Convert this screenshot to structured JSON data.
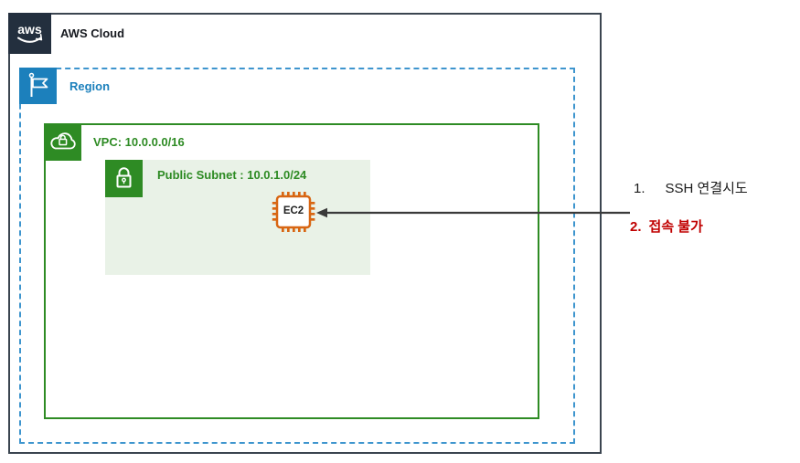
{
  "diagram": {
    "aws_cloud": {
      "label": "AWS Cloud",
      "logo_text": "aws"
    },
    "region": {
      "label": "Region"
    },
    "vpc": {
      "label": "VPC: 10.0.0.0/16"
    },
    "public_subnet": {
      "label": "Public Subnet : 10.0.1.0/24"
    },
    "ec2": {
      "label": "EC2"
    },
    "annotations": [
      {
        "number": "1.",
        "label": "SSH 연결시도"
      },
      {
        "number": "2.",
        "label": "접속 불가"
      }
    ],
    "colors": {
      "aws_navy": "#232F3E",
      "aws_border": "#3B4550",
      "region_blue": "#1C80BC",
      "region_border_blue": "#3E95CE",
      "vpc_green": "#2E8B24",
      "subnet_bg_green": "#E9F2E7",
      "ec2_orange": "#D86613",
      "annotation_red": "#C00000",
      "arrow_dark": "#3A3A3A"
    }
  }
}
